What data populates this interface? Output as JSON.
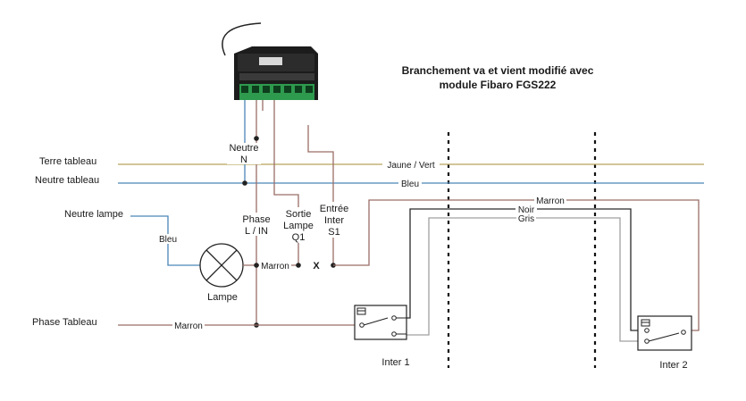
{
  "title": {
    "line1": "Branchement va et vient modifié avec",
    "line2": "module Fibaro FGS222"
  },
  "labels": {
    "terre_tableau": "Terre tableau",
    "neutre_tableau": "Neutre tableau",
    "neutre_lampe": "Neutre lampe",
    "phase_tableau": "Phase Tableau",
    "neutre_n_line1": "Neutre",
    "neutre_n_line2": "N",
    "phase_line1": "Phase",
    "phase_line2": "L / IN",
    "sortie_line1": "Sortie",
    "sortie_line2": "Lampe",
    "sortie_line3": "Q1",
    "entree_line1": "Entrée",
    "entree_line2": "Inter",
    "entree_line3": "S1",
    "lampe": "Lampe",
    "x_mark": "X",
    "inter1": "Inter 1",
    "inter2": "Inter 2"
  },
  "wires": {
    "jaune_vert": "Jaune / Vert",
    "bleu_neutre": "Bleu",
    "bleu_lampe": "Bleu",
    "marron_lampe": "Marron",
    "marron_phase": "Marron",
    "marron_top": "Marron",
    "noir": "Noir",
    "gris": "Gris"
  },
  "colors": {
    "terre": "#b8a55a",
    "neutre": "#4a86b8",
    "marron": "#9a6e66",
    "noir": "#2a2a2a",
    "gris": "#a0a0a0",
    "module_terminal": "#2e9a4e"
  }
}
